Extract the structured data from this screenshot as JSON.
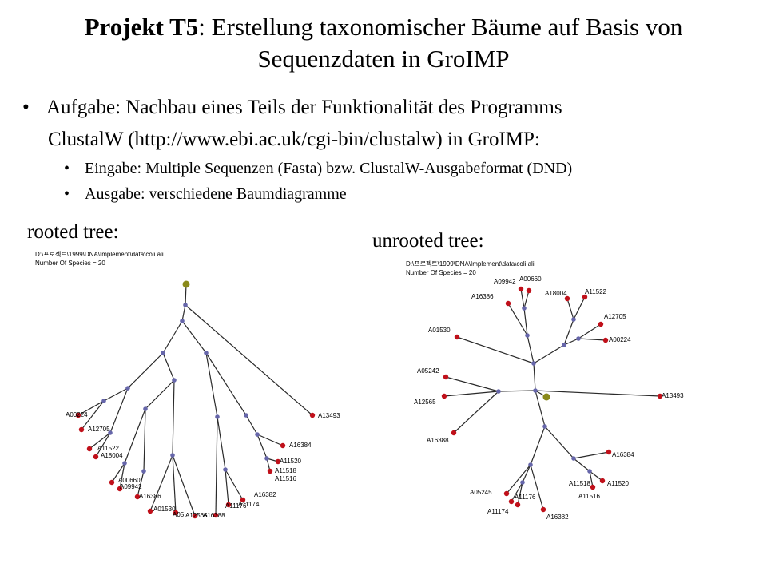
{
  "title": {
    "project": "Projekt T5",
    "line1_rest": ": Erstellung taxonomischer Bäume auf Basis von",
    "line2": "Sequenzdaten in GroIMP"
  },
  "bullet_main": {
    "line1": "Aufgabe: Nachbau eines Teils der Funktionalität des Programms",
    "line2": "ClustalW (http://www.ebi.ac.uk/cgi-bin/clustalw)  in GroIMP:"
  },
  "sub_bullets": [
    "Eingabe: Multiple Sequenzen (Fasta) bzw. ClustalW-Ausgabeformat (DND)",
    "Ausgabe: verschiedene Baumdiagramme"
  ],
  "bullet_glyph": "•",
  "rooted": {
    "label": "rooted tree:",
    "path": "D:\\프로젝트\\1999\\DNA\\Implement\\data\\coli.ali",
    "species": "Number Of Species = 20"
  },
  "unrooted": {
    "label": "unrooted tree:",
    "path": "D:\\프로젝트\\1999\\DNA\\Implement\\data\\coli.ali",
    "species": "Number Of Species = 20"
  },
  "colors": {
    "leaf": "#c0101a",
    "internal": "#6666aa",
    "root": "#8a8a1a",
    "edge": "#2a2a2a"
  }
}
